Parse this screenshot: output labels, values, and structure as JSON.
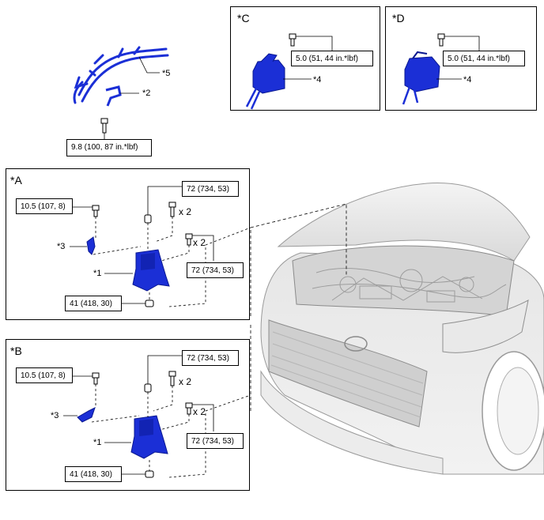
{
  "panels": {
    "A": {
      "tag": "*A"
    },
    "B": {
      "tag": "*B"
    },
    "C": {
      "tag": "*C"
    },
    "D": {
      "tag": "*D"
    }
  },
  "top": {
    "callout_5": "*5",
    "callout_2": "*2",
    "torque": "9.8 (100, 87 in.*lbf)"
  },
  "panel_c": {
    "torque": "5.0 (51, 44 in.*lbf)",
    "callout_4": "*4"
  },
  "panel_d": {
    "torque": "5.0 (51, 44 in.*lbf)",
    "callout_4": "*4"
  },
  "panel_a": {
    "torque_left": "10.5 (107, 8)",
    "torque_top": "72 (734, 53)",
    "mult_top": "x 2",
    "mult_right": "x 2",
    "torque_right": "72 (734, 53)",
    "torque_bottom": "41 (418, 30)",
    "callout_3": "*3",
    "callout_1": "*1"
  },
  "panel_b": {
    "torque_left": "10.5 (107, 8)",
    "torque_top": "72 (734, 53)",
    "mult_top": "x 2",
    "mult_right": "x 2",
    "torque_right": "72 (734, 53)",
    "torque_bottom": "41 (418, 30)",
    "callout_3": "*3",
    "callout_1": "*1"
  },
  "colors": {
    "part_blue": "#1b2fd6",
    "part_dark": "#0a1890",
    "car_gray": "#c8c8c8"
  }
}
